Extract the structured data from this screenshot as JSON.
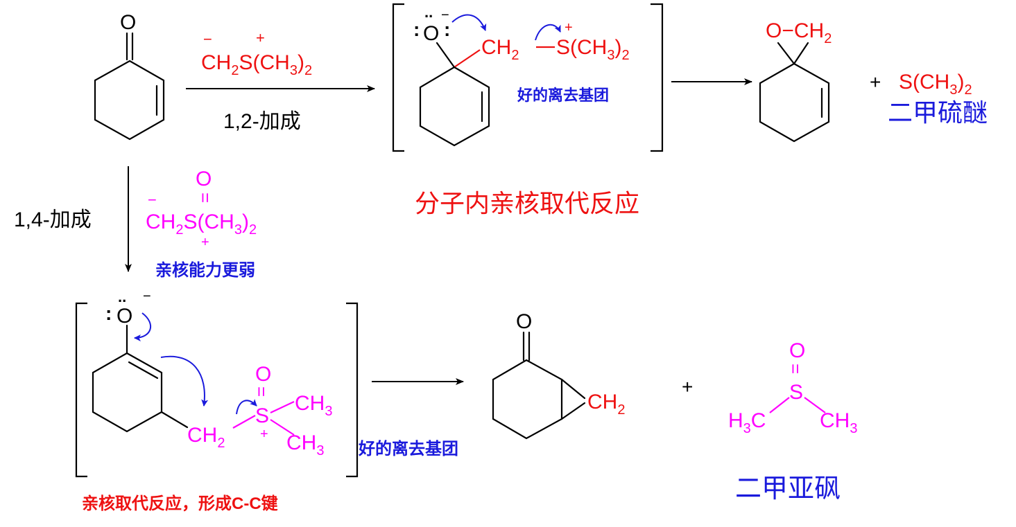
{
  "top_reagent": {
    "minus": "−",
    "plus": "+",
    "ch": "CH",
    "sub2": "2",
    "s_part": "S(CH",
    "sub3": "3",
    "close": ")",
    "sub2b": "2"
  },
  "addition_12": "1,2-加成",
  "addition_14": "1,4-加成",
  "reactant": {
    "o": "O"
  },
  "intermediate1": {
    "o": "O",
    "minus": "−",
    "ch2": "CH",
    "sub2": "2",
    "dash": "—",
    "s_part": "S(CH",
    "sub3": "3",
    "close": ")",
    "sub2b": "2",
    "plus": "+",
    "leaving_group": "好的离去基团"
  },
  "product1": {
    "o_ch2": "O−CH",
    "sub2": "2",
    "plus_sign": "+",
    "byproduct": "S(CH",
    "sub3": "3",
    "close": ")",
    "sub2b": "2",
    "byproduct_name": "二甲硫醚"
  },
  "intramolecular_label": "分子内亲核取代反应",
  "bottom_reagent": {
    "o": "O",
    "eq": "=",
    "minus": "−",
    "ch": "CH",
    "sub2": "2",
    "s_part": "S(CH",
    "sub3": "3",
    "close": ")",
    "sub2b": "2",
    "plus": "+",
    "note": "亲核能力更弱"
  },
  "intermediate2": {
    "o": "O",
    "minus": "−",
    "o2": "O",
    "eq": "=",
    "s": "S",
    "ch3_a": "CH",
    "sub3a": "3",
    "ch3_b": "CH",
    "sub3b": "3",
    "ch2": "CH",
    "sub2": "2",
    "plus": "+",
    "leaving_group": "好的离去基团",
    "bottom_label": "亲核取代反应，形成C-C键"
  },
  "product2": {
    "o": "O",
    "ch2": "CH",
    "sub2": "2",
    "plus_sign": "+"
  },
  "dmso": {
    "o": "O",
    "eq": "=",
    "s": "S",
    "h3c_h": "H",
    "h3c_3": "3",
    "h3c_c": "C",
    "ch3": "CH",
    "sub3": "3",
    "name": "二甲亚砜"
  },
  "colors": {
    "red": "#ee1111",
    "magenta": "#ff00ff",
    "blue": "#1a1adc",
    "black": "#000000"
  }
}
